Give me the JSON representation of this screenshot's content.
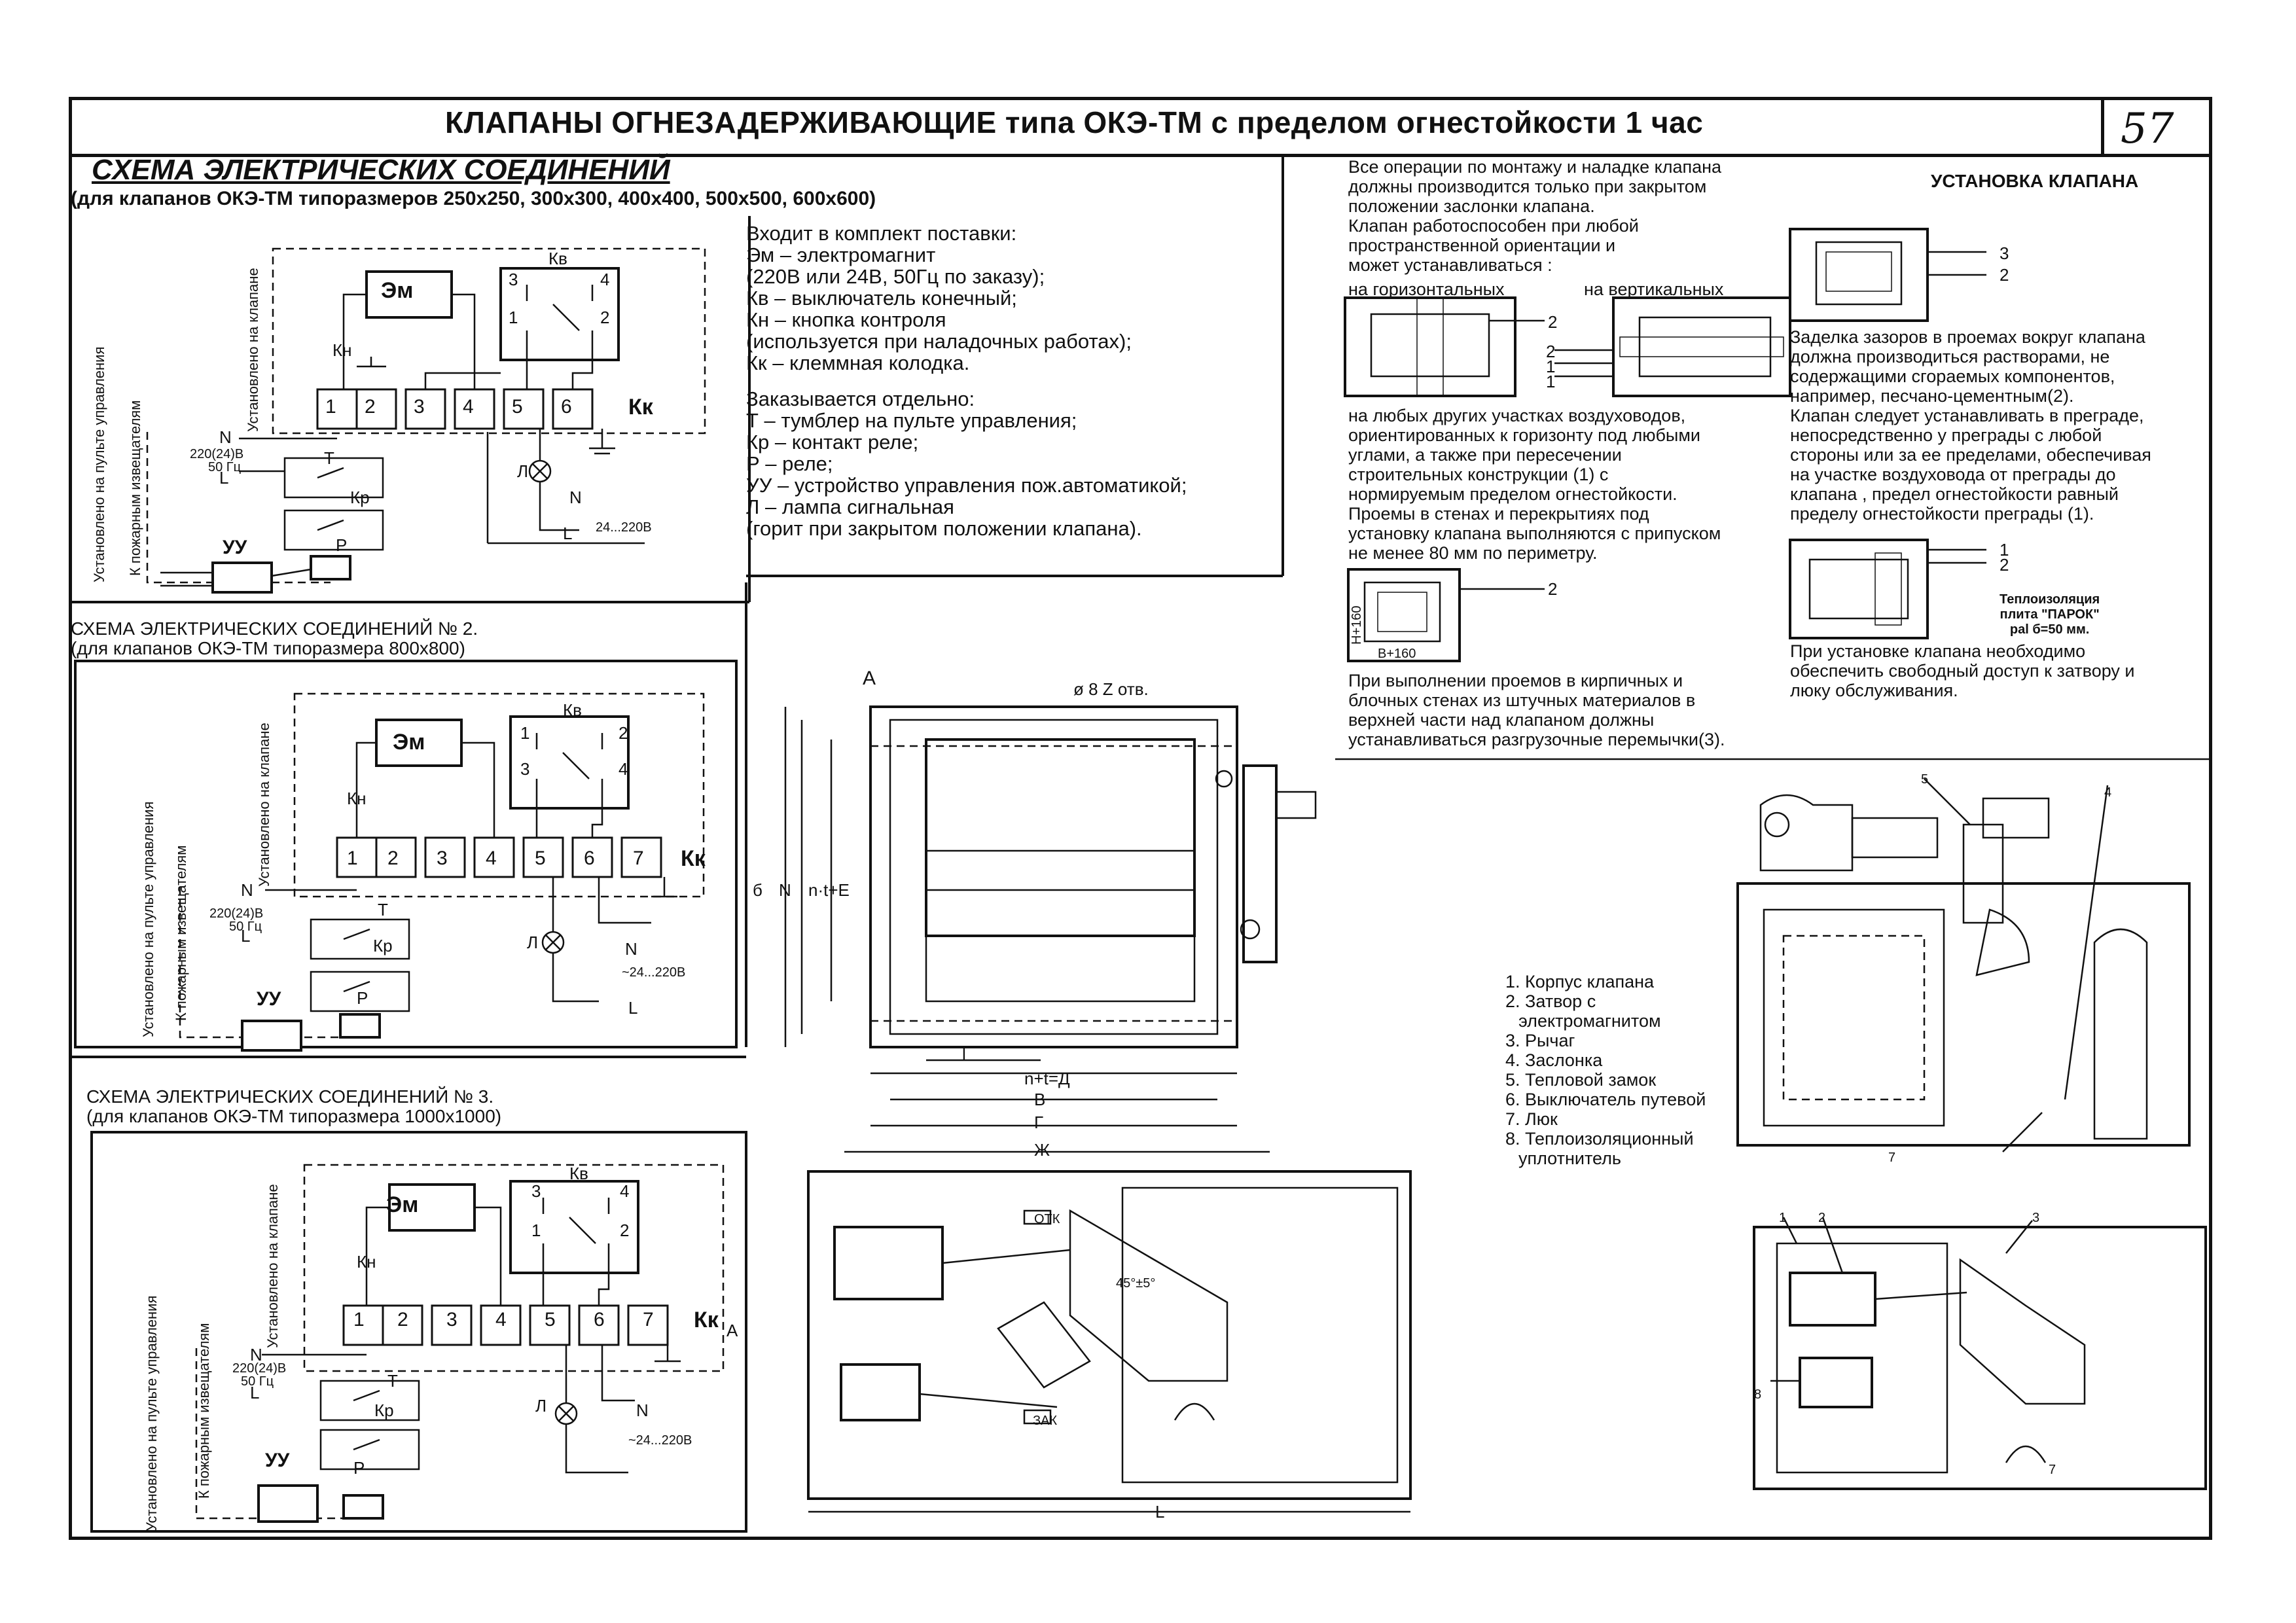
{
  "header": {
    "title": "КЛАПАНЫ ОГНЕЗАДЕРЖИВАЮЩИЕ типа ОКЭ-ТМ с пределом огнестойкости 1 час",
    "page_number": "57"
  },
  "scheme1": {
    "title": "СХЕМА ЭЛЕКТРИЧЕСКИХ СОЕДИНЕНИЙ",
    "subtitle": "(для клапанов ОКЭ-ТМ типоразмеров 250х250, 300х300, 400х400, 500х500, 600х600)"
  },
  "scheme2": {
    "title": "СХЕМА ЭЛЕКТРИЧЕСКИХ СОЕДИНЕНИЙ № 2.",
    "subtitle": "(для клапанов ОКЭ-ТМ типоразмера 800х800)"
  },
  "scheme3": {
    "title": "СХЕМА ЭЛЕКТРИЧЕСКИХ СОЕДИНЕНИЙ № 3.",
    "subtitle": "(для клапанов ОКЭ-ТМ типоразмера 1000х1000)"
  },
  "legend": {
    "lines": [
      "Входит в комплект поставки:",
      "Эм – электромагнит",
      "(220В или 24В, 50Гц  по заказу);",
      "Кв – выключатель конечный;",
      "Кн – кнопка контроля",
      "(используется при наладочных работах);",
      "Кк – клеммная колодка.",
      "",
      "Заказывается отдельно:",
      "Т    –  тумблер на пульте управления;",
      "Кр  –  контакт реле;",
      "Р    –  реле;",
      "УУ  – устройство управления пож.автоматикой;",
      "Л    – лампа сигнальная",
      "(горит при закрытом положении клапана)."
    ]
  },
  "wiring": {
    "em": "Эм",
    "kv": "Кв",
    "kn": "Кн",
    "kk": "Кк",
    "kr": "Кр",
    "t": "Т",
    "uu": "УУ",
    "r": "Р",
    "lamp": "Л",
    "n": "N",
    "l": "L",
    "supply": "220(24)В",
    "freq": "50 Гц",
    "lamp_supply": "24...220В",
    "lamp_supply2": "~24...220В",
    "installed_on_valve": "Установлено на клапане",
    "installed_on_panel": "Установлено на пульте управления",
    "to_detectors": "К пожарным извещателям",
    "contacts": [
      "1",
      "2",
      "3",
      "4"
    ],
    "terminals6": [
      "1",
      "2",
      "3",
      "4",
      "5",
      "6"
    ],
    "terminals7": [
      "1",
      "2",
      "3",
      "4",
      "5",
      "6",
      "7"
    ]
  },
  "install_text": {
    "para1": [
      "Все операции по монтажу и наладке  клапана",
      "должны производится только при закрытом",
      "положении    заслонки    клапана.",
      "Клапан работоспособен при любой",
      "пространственной   ориентации   и",
      "может устанавливаться :"
    ],
    "horizontal": "на горизонтальных",
    "vertical": "на вертикальных",
    "para2": [
      "на любых других участках воздуховодов,",
      "ориентированных к горизонту под любыми",
      "углами,   а  также   при  пересечении",
      "строительных   конструкции   (1)  с",
      "нормируемым пределом огнестойкости.",
      "Проемы в стенах и перекрытиях под",
      "установку клапана выполняются с припуском",
      "не менее 80 мм по периметру."
    ],
    "para3": [
      "При выполнении проемов в кирпичных и",
      "блочных стенах из штучных материалов в",
      "верхней части над клапаном должны",
      "устанавливаться разгрузочные перемычки(3)."
    ],
    "dim_n160": "Н+160",
    "dim_b160": "В+160"
  },
  "valve_install": {
    "title": "УСТАНОВКА КЛАПАНА",
    "para1": [
      "Заделка зазоров в проемах вокруг клапана",
      "должна производиться   растворами, не",
      "содержащими сгораемых компонентов,",
      "например,  песчано-цементным(2).",
      "Клапан следует устанавливать в преграде,",
      "непосредственно у преграды с любой",
      "стороны или за ее пределами, обеспечивая",
      "на участке воздуховода от преграды до",
      "клапана , предел огнестойкости равный",
      "пределу огнестойкости преграды (1)."
    ],
    "insulation": [
      "Теплоизоляция",
      "плита \"ПАРОК\"",
      "раl б=50 мм."
    ],
    "para2": [
      "При  установке  клапана  необходимо",
      "обеспечить свободный доступ к затвору и",
      "люку обслуживания."
    ],
    "callouts": [
      "3",
      "2",
      "1"
    ]
  },
  "drawing": {
    "view_a": "А",
    "holes": "ø 8 Z отв.",
    "dims": [
      "б",
      "N",
      "n·t+E",
      "l",
      "n+t=Д",
      "В",
      "Г",
      "Ж",
      "L"
    ],
    "labels": {
      "otk": "ОТК",
      "zak": "ЗАК"
    },
    "angle": "45°±5°"
  },
  "parts": {
    "items": [
      "1. Корпус клапана",
      "2. Затвор с",
      "электромагнитом",
      "3. Рычаг",
      "4. Заслонка",
      "5. Тепловой замок",
      "6. Выключатель путевой",
      "7. Люк",
      "8. Теплоизоляционный",
      "уплотнитель"
    ],
    "callouts_top": [
      "5",
      "4",
      "7"
    ],
    "callouts_bottom": [
      "1",
      "2",
      "3",
      "8",
      "7"
    ]
  }
}
